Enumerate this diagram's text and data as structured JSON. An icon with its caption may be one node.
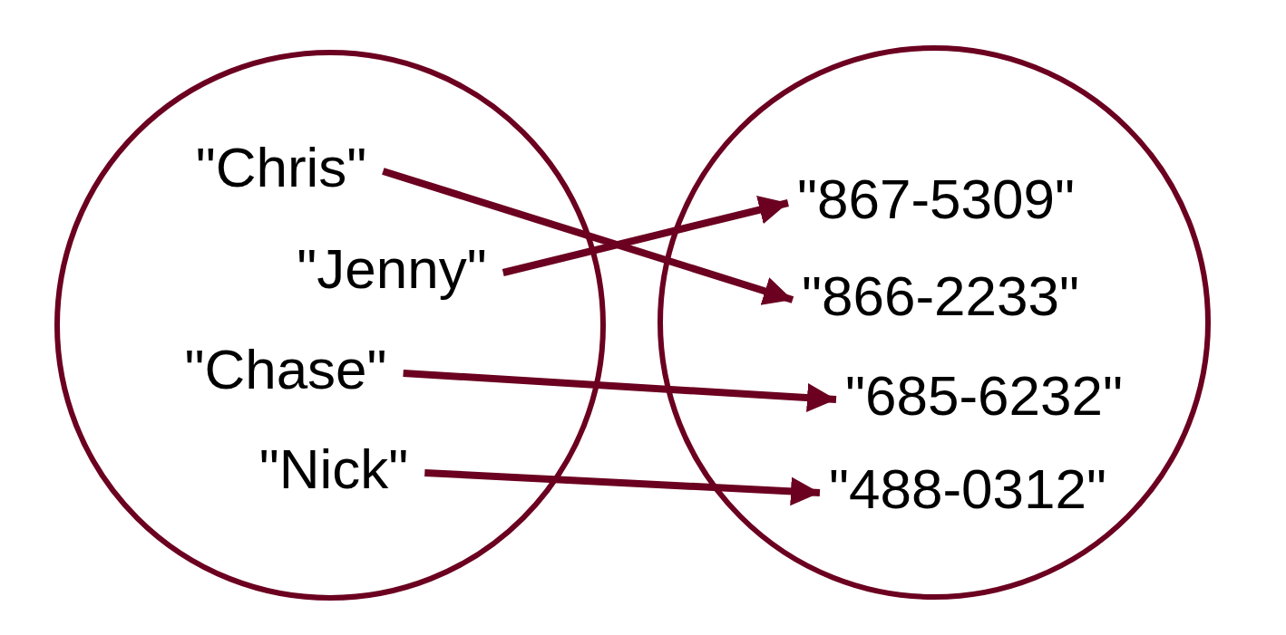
{
  "diagram": {
    "nodes": [
      {
        "text": [],
        "shape": "circle"
      },
      {
        "text": [
          "\"Chris\""
        ],
        "in": 0
      },
      {
        "text": [
          "\"Jenny\""
        ],
        "in": 0
      },
      {
        "text": [
          "\"Chase\""
        ],
        "in": 0
      },
      {
        "text": [
          "\"Nick\""
        ],
        "in": 0
      },
      {
        "text": [],
        "shape": "circle"
      },
      {
        "text": [
          "\"867-5309\""
        ],
        "in": 5
      },
      {
        "text": [
          "\"866-2233\""
        ],
        "in": 5
      },
      {
        "text": [
          "\"685-6232\""
        ],
        "in": 5
      },
      {
        "text": [
          "\"488-0312\""
        ],
        "in": 5
      }
    ],
    "edges": [
      {
        "from": 1,
        "to": 7,
        "arrow": "to"
      },
      {
        "from": 2,
        "to": 6,
        "arrow": "to"
      },
      {
        "from": 3,
        "to": 8,
        "arrow": "to"
      },
      {
        "from": 4,
        "to": 9,
        "arrow": "to"
      }
    ]
  }
}
